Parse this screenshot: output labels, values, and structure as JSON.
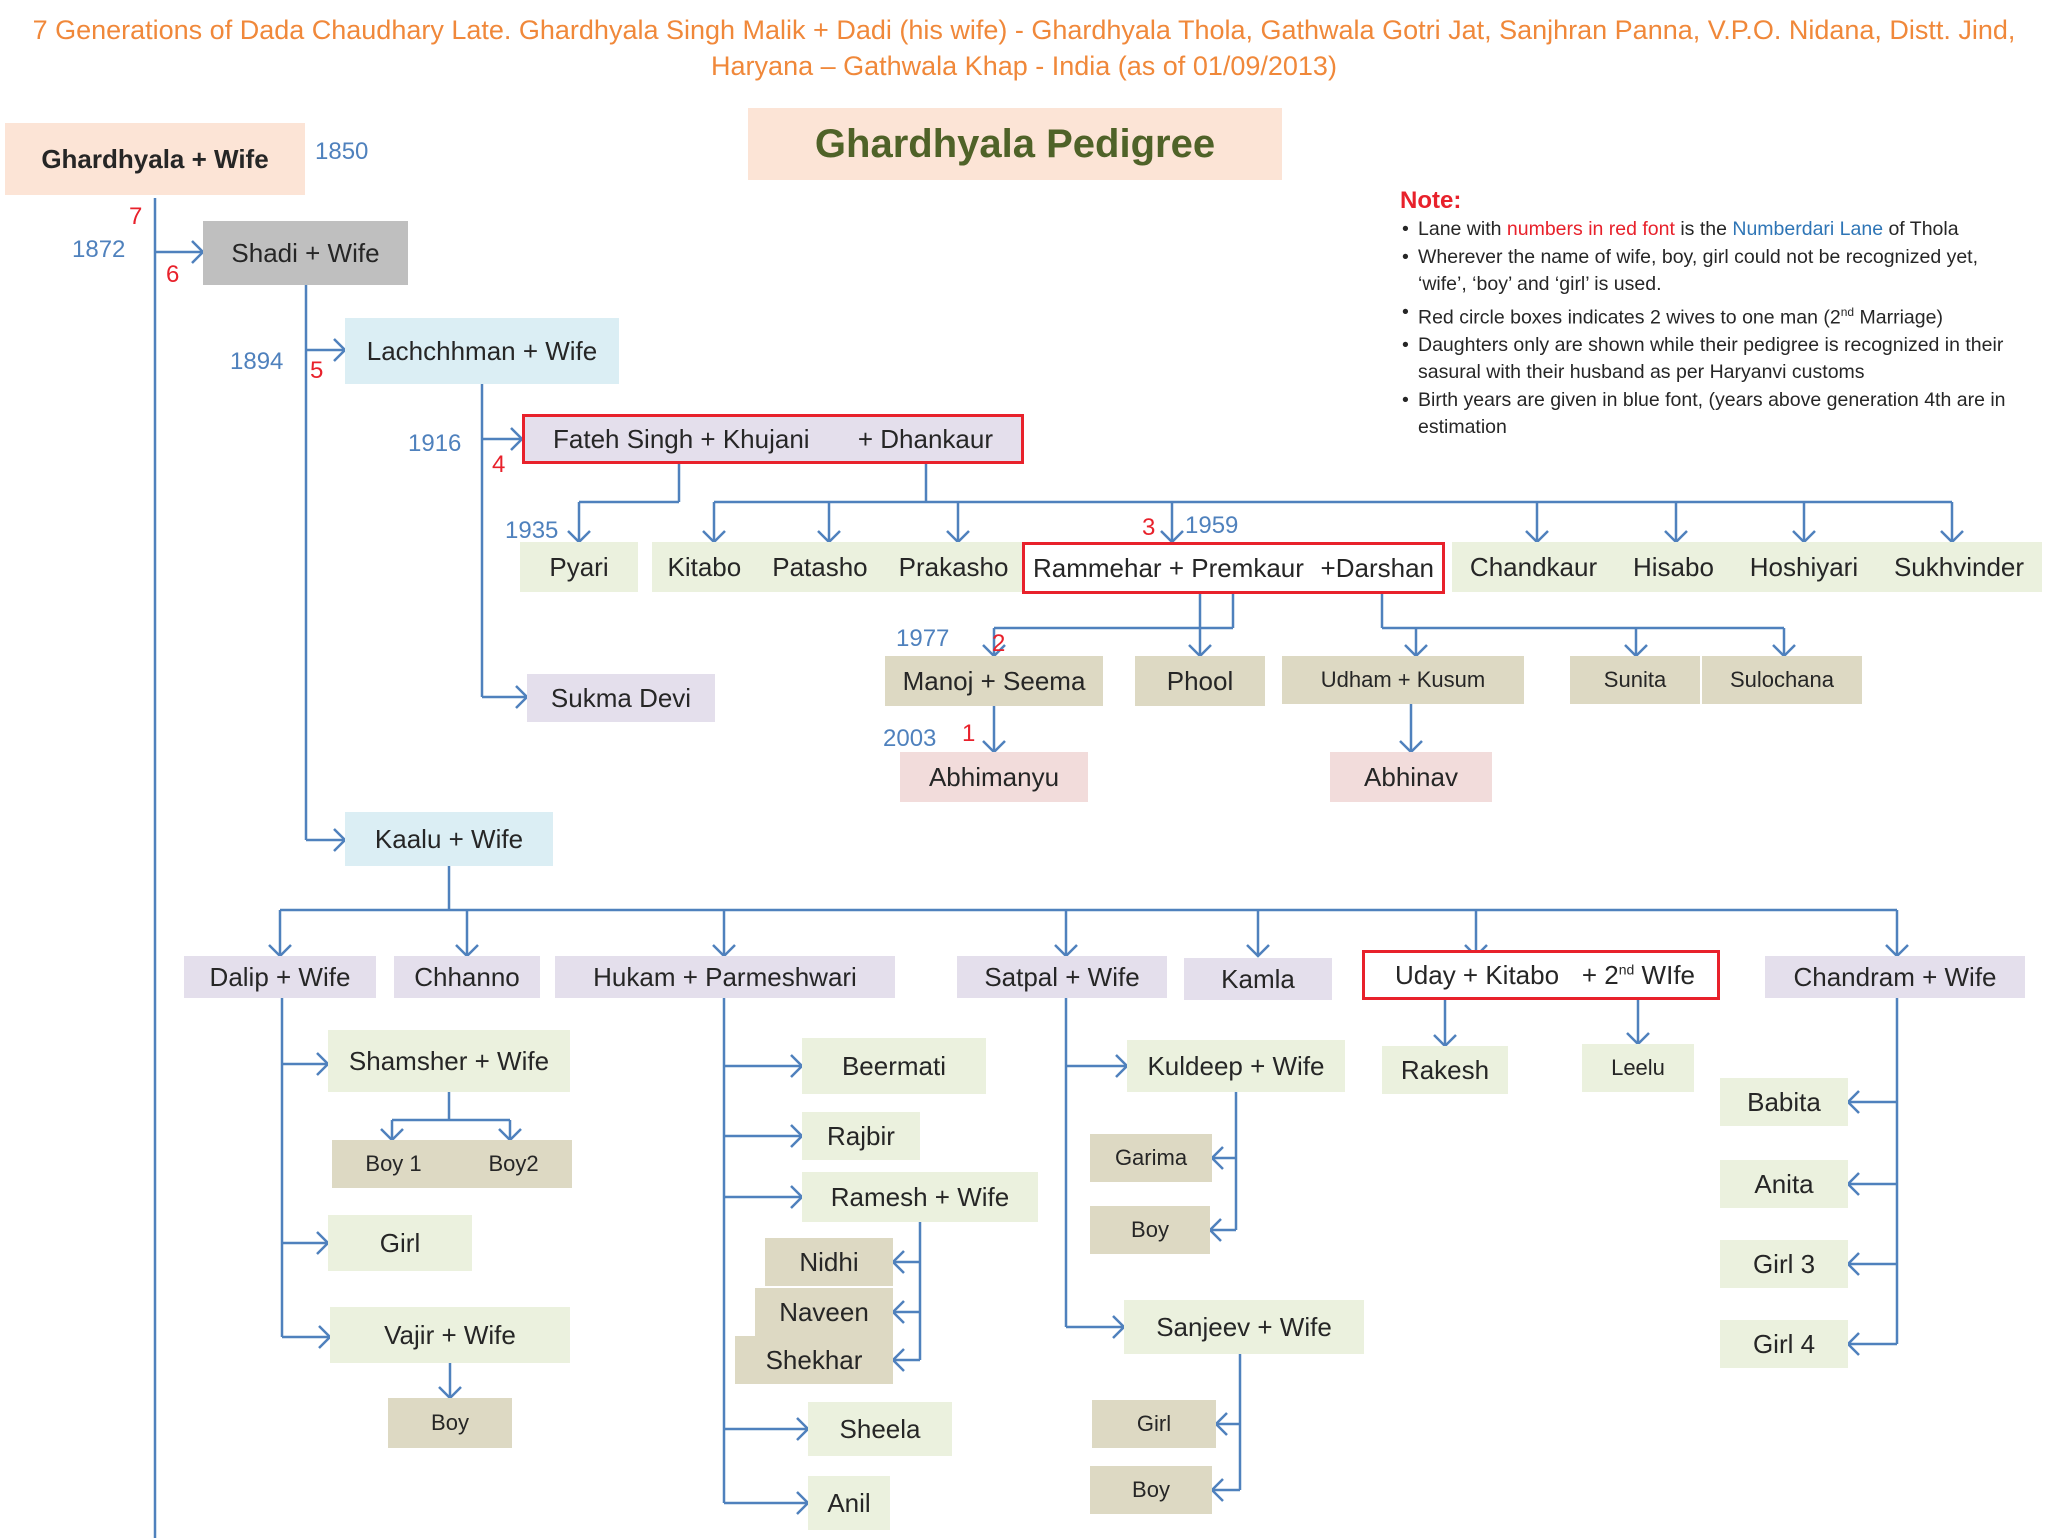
{
  "header": {
    "line1": "7 Generations of Dada Chaudhary Late. Ghardhyala Singh Malik + Dadi (his wife) - Ghardhyala Thola, Gathwala Gotri Jat,  Sanjhran Panna, V.P.O. Nidana, Distt. Jind,",
    "line2": "Haryana – Gathwala Khap - India (as of 01/09/2013)"
  },
  "title": "Ghardhyala Pedigree",
  "note": {
    "title": "Note:",
    "l1a": "Lane with ",
    "l1b": "numbers in red font",
    "l1c": " is the ",
    "l1d": "Numberdari Lane",
    "l1e": " of Thola",
    "l2": "Wherever the name of wife, boy, girl could not be recognized yet, ‘wife’, ‘boy’ and ‘girl’  is used.",
    "l3a": "Red circle boxes indicates 2 wives to one man (2",
    "l3b": "nd",
    "l3c": " Marriage)",
    "l4": "Daughters only are shown while their pedigree is recognized in their sasural with their husband  as per Haryanvi customs",
    "l5": "Birth years are given in blue font, (years above generation 4th are in estimation"
  },
  "years": {
    "y1850": "1850",
    "y1872": "1872",
    "y1894": "1894",
    "y1916": "1916",
    "y1935": "1935",
    "y1959": "1959",
    "y1977": "1977",
    "y2003": "2003"
  },
  "numbers": {
    "n7": "7",
    "n6": "6",
    "n5": "5",
    "n4": "4",
    "n3": "3",
    "n2": "2",
    "n1": "1"
  },
  "people": {
    "ghardhyala": "Ghardhyala + Wife",
    "shadi": "Shadi  + Wife",
    "lachchhman": "Lachchhman + Wife",
    "fateh": "Fateh Singh + Khujani",
    "fateh_extra": "+ Dhankaur",
    "sukma": "Sukma Devi",
    "pyari": "Pyari",
    "kitabo": "Kitabo",
    "patasho": "Patasho",
    "prakasho": "Prakasho",
    "rammehar": "Rammehar + Premkaur",
    "rammehar_extra": "+Darshan",
    "chandkaur": "Chandkaur",
    "hisabo": "Hisabo",
    "hoshiyari": "Hoshiyari",
    "sukhvinder": "Sukhvinder",
    "manoj": "Manoj + Seema",
    "phool": "Phool",
    "udham": "Udham + Kusum",
    "sunita": "Sunita",
    "sulochana": "Sulochana",
    "abhimanyu": "Abhimanyu",
    "abhinav": "Abhinav",
    "kaalu": "Kaalu + Wife",
    "dalip": "Dalip + Wife",
    "chhanno": "Chhanno",
    "hukam": "Hukam  + Parmeshwari",
    "satpal": "Satpal + Wife",
    "kamla": "Kamla",
    "uday": "Uday + Kitabo",
    "uday_extra_a": "+ 2",
    "uday_extra_sup": "nd",
    "uday_extra_b": " WIfe",
    "chandram": "Chandram + Wife",
    "shamsher": "Shamsher + Wife",
    "boy1": "Boy 1",
    "boy2": "Boy2",
    "dalip_girl": "Girl",
    "vajir": "Vajir + Wife",
    "vajir_boy": "Boy",
    "beermati": "Beermati",
    "rajbir": "Rajbir",
    "ramesh": "Ramesh + Wife",
    "nidhi": "Nidhi",
    "naveen": "Naveen",
    "shekhar": "Shekhar",
    "sheela": "Sheela",
    "anil": "Anil",
    "kuldeep": "Kuldeep + Wife",
    "garima": "Garima",
    "kuldeep_boy": "Boy",
    "sanjeev": "Sanjeev + Wife",
    "sanjeev_girl": "Girl",
    "sanjeev_boy": "Boy",
    "rakesh": "Rakesh",
    "leelu": "Leelu",
    "babita": "Babita",
    "anita": "Anita",
    "girl3": "Girl 3",
    "girl4": "Girl 4"
  },
  "colors": {
    "line": "#4f81bd",
    "year": "#4f81bd",
    "numberdari": "#e8212b",
    "header": "#f0883a",
    "title": "#4f6228"
  }
}
